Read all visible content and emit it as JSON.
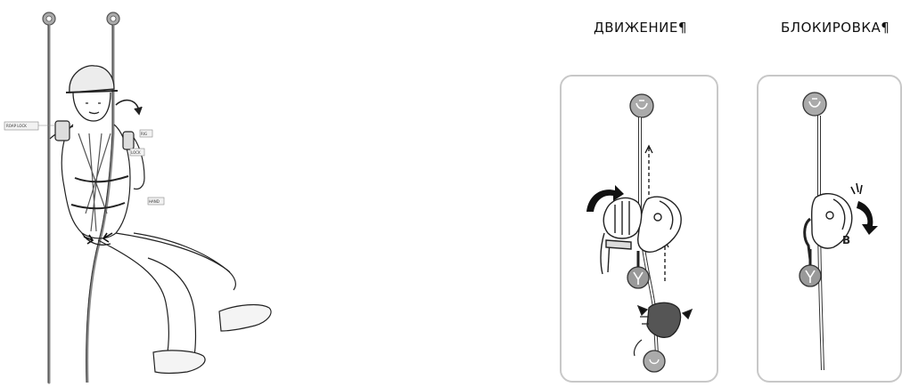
{
  "titles": {
    "movement": "ДВИЖЕНИЕ¶",
    "blocking": "БЛОКИРОВКА¶"
  },
  "device_letter": "B",
  "callout_labels": [
    "ROAP LOCK",
    "RIG",
    "LOCK",
    "HAND"
  ],
  "icons": [
    "anchor-icon",
    "rotate-arrow-icon",
    "ascender-device-icon",
    "rope-clamp-icon"
  ],
  "colors": {
    "line": "#222222",
    "card_border": "#c8c8c8",
    "card_bg": "#ffffff",
    "rope_shadow": "#9a9a9a"
  }
}
